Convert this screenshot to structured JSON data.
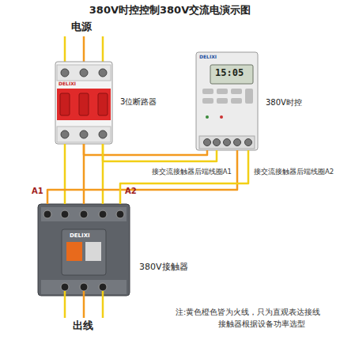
{
  "diagram": {
    "title": "380V时控控制380V交流电演示图",
    "nodes": [
      {
        "text": [
          "3位断路器"
        ]
      },
      {
        "text": [
          "380V时控"
        ]
      },
      {
        "text": [
          "380V接触器"
        ]
      }
    ],
    "edges": [
      {
        "from": 0,
        "to": 2,
        "arrow": "none"
      },
      {
        "from": 0,
        "to": 2,
        "arrow": "none"
      },
      {
        "from": 0,
        "to": 2,
        "arrow": "none"
      },
      {
        "from": 0,
        "to": 1,
        "arrow": "none"
      },
      {
        "from": 0,
        "to": 1,
        "arrow": "none"
      },
      {
        "from": 1,
        "to": 2,
        "label": "接交流接触器后端线圈A1",
        "arrow": "none"
      },
      {
        "from": 1,
        "to": 2,
        "label": "接交流接触器后端线圈A2",
        "arrow": "none"
      }
    ],
    "labels": [
      "电源",
      "A1",
      "A2",
      "出线",
      "注:黄色橙色皆为火线，只为直观表达接线",
      "接触器根据设备功率选型",
      "DELIXI",
      "DELIXI",
      "15:05",
      "DELIXI"
    ]
  }
}
